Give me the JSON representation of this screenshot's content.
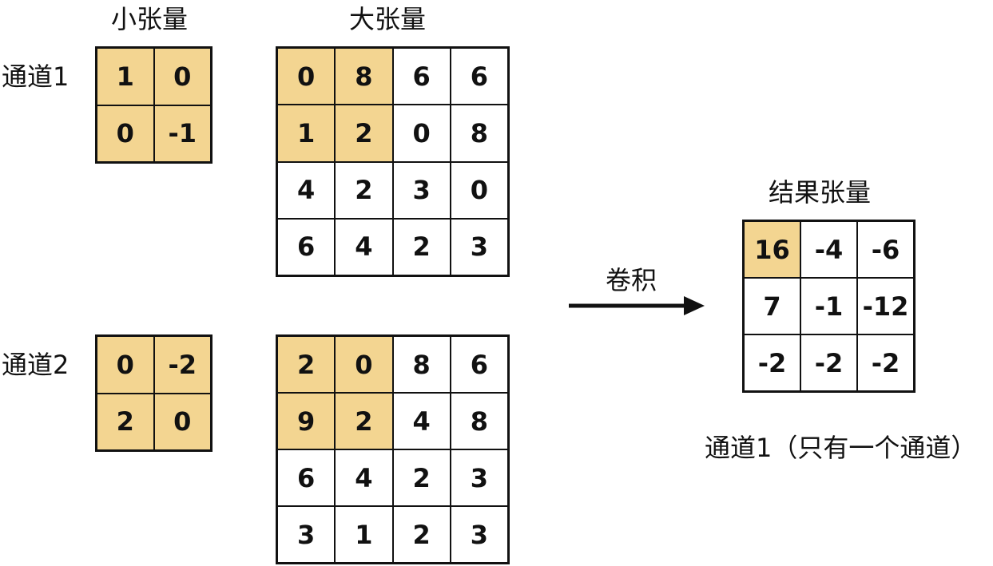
{
  "headers": {
    "small": "小张量",
    "large": "大张量",
    "result": "结果张量"
  },
  "channels": [
    {
      "label": "通道1",
      "small": [
        [
          "1",
          "0"
        ],
        [
          "0",
          "-1"
        ]
      ],
      "large": [
        [
          "0",
          "8",
          "6",
          "6"
        ],
        [
          "1",
          "2",
          "0",
          "8"
        ],
        [
          "4",
          "2",
          "3",
          "0"
        ],
        [
          "6",
          "4",
          "2",
          "3"
        ]
      ]
    },
    {
      "label": "通道2",
      "small": [
        [
          "0",
          "-2"
        ],
        [
          "2",
          "0"
        ]
      ],
      "large": [
        [
          "2",
          "0",
          "8",
          "6"
        ],
        [
          "9",
          "2",
          "4",
          "8"
        ],
        [
          "6",
          "4",
          "2",
          "3"
        ],
        [
          "3",
          "1",
          "2",
          "3"
        ]
      ]
    }
  ],
  "operation": "卷积",
  "result": {
    "matrix": [
      [
        "16",
        "-4",
        "-6"
      ],
      [
        "7",
        "-1",
        "-12"
      ],
      [
        "-2",
        "-2",
        "-2"
      ]
    ],
    "caption": "通道1（只有一个通道）"
  },
  "colors": {
    "highlight": "#f3d591",
    "border": "#111111"
  }
}
